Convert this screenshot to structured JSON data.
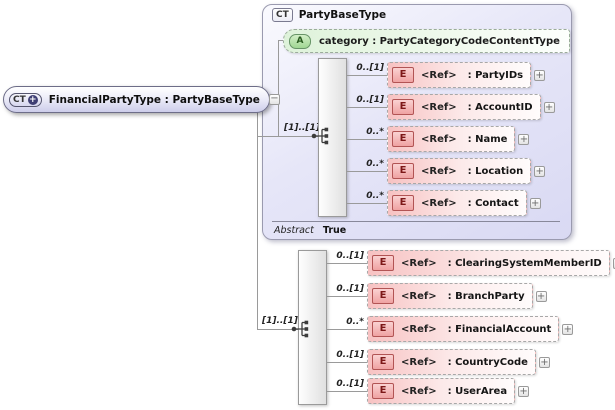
{
  "colors": {
    "complex_type_fill": "#e2e2f6",
    "element_fill": "#f7c2c2",
    "attribute_fill": "#def2da",
    "element_badge_border": "#b25454",
    "attribute_badge_border": "#679467",
    "connector_line": "#9a9a9a"
  },
  "root": {
    "badge": "CT",
    "badge_plus": "+",
    "label": "FinancialPartyType : PartyBaseType",
    "collapse_glyph": "−"
  },
  "base_type": {
    "badge": "CT",
    "title": "PartyBaseType",
    "attribute": {
      "badge": "A",
      "label": "category : PartyCategoryCodeContentType"
    },
    "sequence_cardinality": "[1]..[1]",
    "elements": [
      {
        "badge": "E",
        "ref": "<Ref>",
        "name": ": PartyIDs",
        "cardinality": "0..[1]",
        "expand_glyph": "+"
      },
      {
        "badge": "E",
        "ref": "<Ref>",
        "name": ": AccountID",
        "cardinality": "0..[1]",
        "expand_glyph": "+"
      },
      {
        "badge": "E",
        "ref": "<Ref>",
        "name": ": Name",
        "cardinality": "0..*",
        "expand_glyph": "+"
      },
      {
        "badge": "E",
        "ref": "<Ref>",
        "name": ": Location",
        "cardinality": "0..*",
        "expand_glyph": "+"
      },
      {
        "badge": "E",
        "ref": "<Ref>",
        "name": ": Contact",
        "cardinality": "0..*",
        "expand_glyph": "+"
      }
    ],
    "footer": {
      "label": "Abstract",
      "value": "True"
    }
  },
  "local_sequence": {
    "cardinality": "[1]..[1]",
    "elements": [
      {
        "badge": "E",
        "ref": "<Ref>",
        "name": ": ClearingSystemMemberID",
        "cardinality": "0..[1]",
        "expand_glyph": "+"
      },
      {
        "badge": "E",
        "ref": "<Ref>",
        "name": ": BranchParty",
        "cardinality": "0..[1]",
        "expand_glyph": "+"
      },
      {
        "badge": "E",
        "ref": "<Ref>",
        "name": ": FinancialAccount",
        "cardinality": "0..*",
        "expand_glyph": "+"
      },
      {
        "badge": "E",
        "ref": "<Ref>",
        "name": ": CountryCode",
        "cardinality": "0..[1]",
        "expand_glyph": "+"
      },
      {
        "badge": "E",
        "ref": "<Ref>",
        "name": ": UserArea",
        "cardinality": "0..[1]",
        "expand_glyph": "+"
      }
    ]
  }
}
